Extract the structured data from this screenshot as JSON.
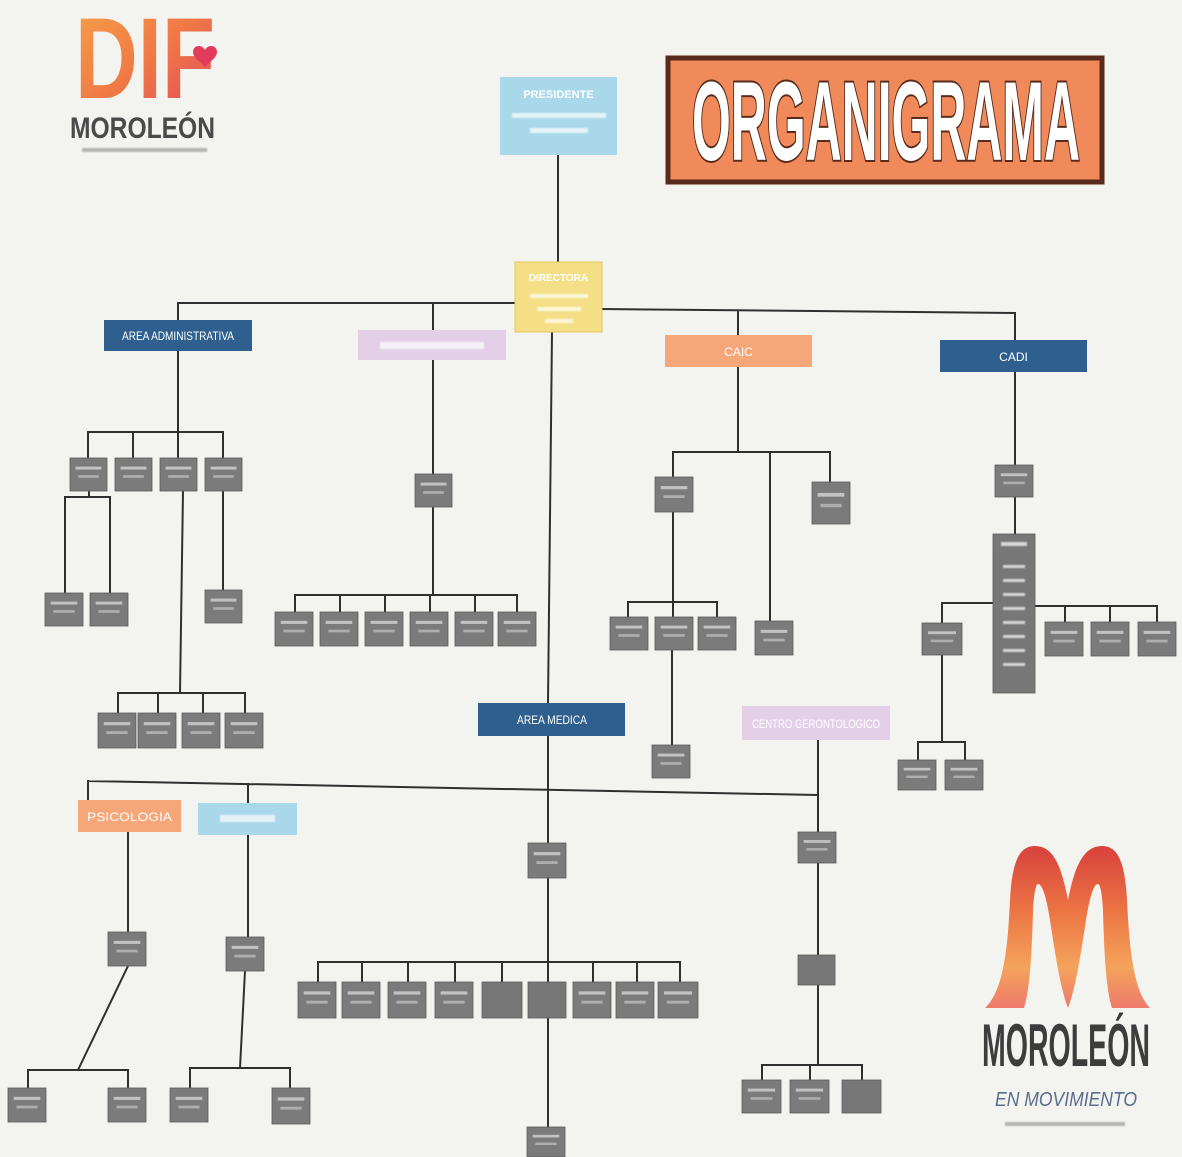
{
  "logo_top": {
    "wordmark": "DIF",
    "name": "MOROLEÓN"
  },
  "title": "ORGANIGRAMA",
  "org": {
    "presidente": "PRESIDENTE",
    "directora": "DIRECTORA",
    "area_administrativa": "AREA ADMINISTRATIVA",
    "caic": "CAIC",
    "cadi": "CADI",
    "area_medica": "AREA MEDICA",
    "psicologia": "PSICOLOGIA",
    "centro_gerontologico": "CENTRO GERONTOLOGICO"
  },
  "logo_bottom": {
    "mark": "M",
    "name": "MOROLEÓN",
    "slogan": "EN MOVIMIENTO"
  },
  "colors": {
    "title_fill": "#f08a5b",
    "title_border": "#5a2b1d",
    "presidente": "#a8d8ea",
    "directora": "#f4df86",
    "dark_blue": "#2f5f8f",
    "lavender": "#e3cfe8",
    "orange": "#f6a77a",
    "light_blue": "#a8d8ea",
    "position_gray": "#7b7b7b"
  }
}
